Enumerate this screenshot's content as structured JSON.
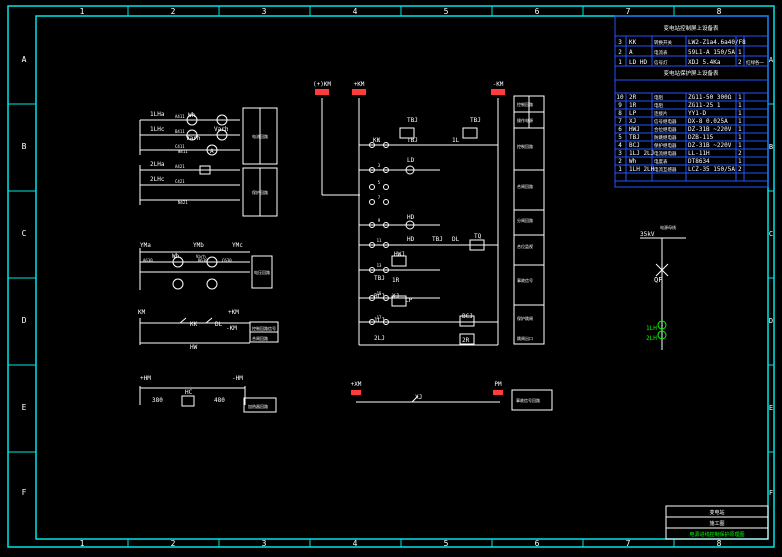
{
  "colors": {
    "background": "#000000",
    "frame": "#00e5e5",
    "line": "#ffffff",
    "accent": "#ff3b3b",
    "title_text": "#00e5e5",
    "title_block_label": "#00ff00"
  },
  "frame": {
    "columns": [
      "1",
      "2",
      "3",
      "4",
      "5",
      "6",
      "7",
      "8"
    ],
    "rows": [
      "A",
      "B",
      "C",
      "D",
      "E",
      "F"
    ]
  },
  "bom_table": {
    "header_top": "变电站控制屏上设备表",
    "header_mid": "变电站保护屏上设备表",
    "top_rows": [
      {
        "no": "3",
        "sym": "KK",
        "name": "转换开关",
        "model": "LW2-Z1a4.6a40/F8",
        "qty": ""
      },
      {
        "no": "2",
        "sym": "A",
        "name": "电流表",
        "model": "59L1-A 150/5A",
        "qty": "1"
      },
      {
        "no": "1",
        "sym": "LD HD",
        "name": "信号灯",
        "model": "XDJ 5.4Ka",
        "qty": "2",
        "note": "红绿各一"
      }
    ],
    "bottom_rows": [
      {
        "no": "10",
        "sym": "2R",
        "name": "电阻",
        "model": "ZG11-50 300Ω",
        "qty": "1"
      },
      {
        "no": "9",
        "sym": "1R",
        "name": "电阻",
        "model": "ZG11-25 1",
        "qty": "1"
      },
      {
        "no": "8",
        "sym": "LP",
        "name": "连接片",
        "model": "YY1-D",
        "qty": "1"
      },
      {
        "no": "7",
        "sym": "XJ",
        "name": "信号继电器",
        "model": "DX-8 0.025A",
        "qty": "1"
      },
      {
        "no": "6",
        "sym": "HWJ",
        "name": "合位继电器",
        "model": "DZ-31B ~220V",
        "qty": "1"
      },
      {
        "no": "5",
        "sym": "TBJ",
        "name": "防跳继电器",
        "model": "DZB-115",
        "qty": "1"
      },
      {
        "no": "4",
        "sym": "BCJ",
        "name": "保护继电器",
        "model": "DZ-31B ~220V",
        "qty": "1"
      },
      {
        "no": "3",
        "sym": "1LJ 2LJ",
        "name": "电流继电器",
        "model": "LL-11H",
        "qty": "2"
      },
      {
        "no": "2",
        "sym": "Wh",
        "name": "电度表",
        "model": "DT8634",
        "qty": "1"
      },
      {
        "no": "1",
        "sym": "1LH 2LH",
        "name": "电流互感器",
        "model": "LCZ-35 150/5A",
        "qty": "2"
      }
    ]
  },
  "left_panels": {
    "meter_circuit": {
      "labels": [
        "1LHa",
        "1LHc",
        "2LHa",
        "2LHc",
        "A411",
        "B411",
        "C411",
        "N411",
        "A421",
        "C421",
        "N421",
        "Wh",
        "Varh",
        "Varh",
        "A"
      ],
      "side_boxes": [
        "电流回路",
        "保护回路"
      ]
    },
    "voltage_circuit": {
      "labels": [
        "YMa",
        "YMb",
        "YMc",
        "Wh",
        "Varh",
        "A630",
        "B630",
        "C630"
      ],
      "side_box": "电压回路"
    },
    "control_circuit": {
      "labels": [
        "KM",
        "KK",
        "DL",
        "HW",
        "+KM",
        "-KM"
      ],
      "side_box_lines": [
        "控制回路信号",
        "合闸回路"
      ]
    },
    "heater_circuit": {
      "labels": [
        "+HM",
        "-HM",
        "380",
        "480",
        "HC"
      ],
      "side_box": "加热器回路"
    }
  },
  "main_circuit": {
    "buses": [
      "(+)KM",
      "+KM",
      "-KM"
    ],
    "contacts": [
      "1",
      "3",
      "5",
      "7",
      "9",
      "11",
      "13",
      "15",
      "17"
    ],
    "devices": [
      "TBJ",
      "TBJ",
      "1L",
      "TBJ",
      "LD",
      "HD",
      "HD",
      "TBJ",
      "DL",
      "TQ",
      "HWJ",
      "TBJ",
      "1R",
      "BCJ",
      "XJ",
      "LP",
      "1LJ",
      "2LJ",
      "BCJ",
      "2R",
      "KK"
    ],
    "side_labels": [
      "控制回路",
      "合闸回路",
      "分闸回路",
      "合位监视",
      "事故信号",
      "保护跳闸",
      "跳闸出口"
    ],
    "side_header": [
      "控制回路",
      "操作电源"
    ]
  },
  "signal_circuit": {
    "buses": [
      "+XM",
      "PM"
    ],
    "device": "XJ",
    "label": "事故信号回路"
  },
  "single_line": {
    "top_label": "35kV",
    "bus_label": "电源母线",
    "breaker": "QF",
    "ct_labels": [
      "1LH",
      "2LH"
    ]
  },
  "title_block": {
    "rows": [
      "变电站",
      "施工图",
      "电源进线控制保护原理图"
    ]
  }
}
